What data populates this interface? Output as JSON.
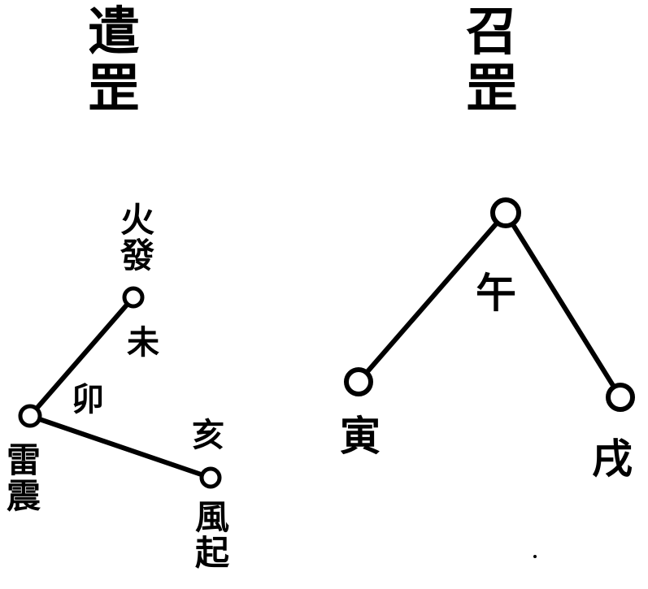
{
  "left_diagram": {
    "title": [
      "遣",
      "罡"
    ],
    "nodes": {
      "top_label": [
        "火",
        "發"
      ],
      "left_label": [
        "雷",
        "震"
      ],
      "right_label": [
        "風",
        "起"
      ]
    },
    "edge_labels": {
      "upper": "未",
      "middle": "卯",
      "lower": "亥"
    }
  },
  "right_diagram": {
    "title": [
      "召",
      "罡"
    ],
    "nodes": {
      "left": "寅",
      "top": "午",
      "right": "戌"
    }
  },
  "colors": {
    "ink": "#000000",
    "background": "#ffffff"
  }
}
